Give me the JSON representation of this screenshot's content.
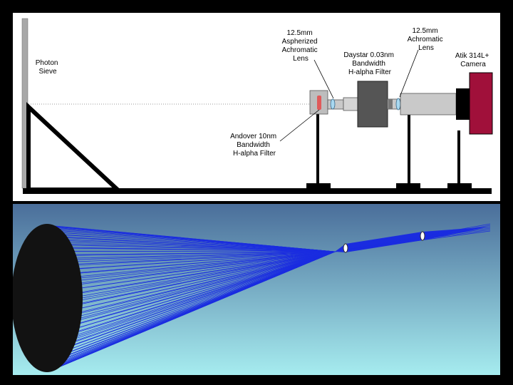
{
  "setup_diagram": {
    "labels": {
      "photon_sieve": [
        "Photon",
        "Sieve"
      ],
      "aspherized_lens": [
        "12.5mm",
        "Aspherized",
        "Achromatic",
        "Lens"
      ],
      "daystar_filter": [
        "Daystar 0.03nm",
        "Bandwidth",
        "H-alpha Filter"
      ],
      "achromatic_lens": [
        "12.5mm",
        "Achromatic",
        "Lens"
      ],
      "camera": [
        "Atik 314L+",
        "Camera"
      ],
      "andover_filter": [
        "Andover 10nm",
        "Bandwidth",
        "H-alpha Filter"
      ]
    },
    "colors": {
      "camera_body": "#a0103a",
      "andover_filter": "#e05a5a",
      "lens": "#a8d8f0",
      "frame": "#000000",
      "daystar_body": "#555555"
    }
  },
  "ray_trace": {
    "colors": {
      "background_top": "#4a6e9a",
      "background_bottom": "#a6ecef",
      "rays": "#1a2ce0",
      "aperture": "#121212"
    }
  }
}
